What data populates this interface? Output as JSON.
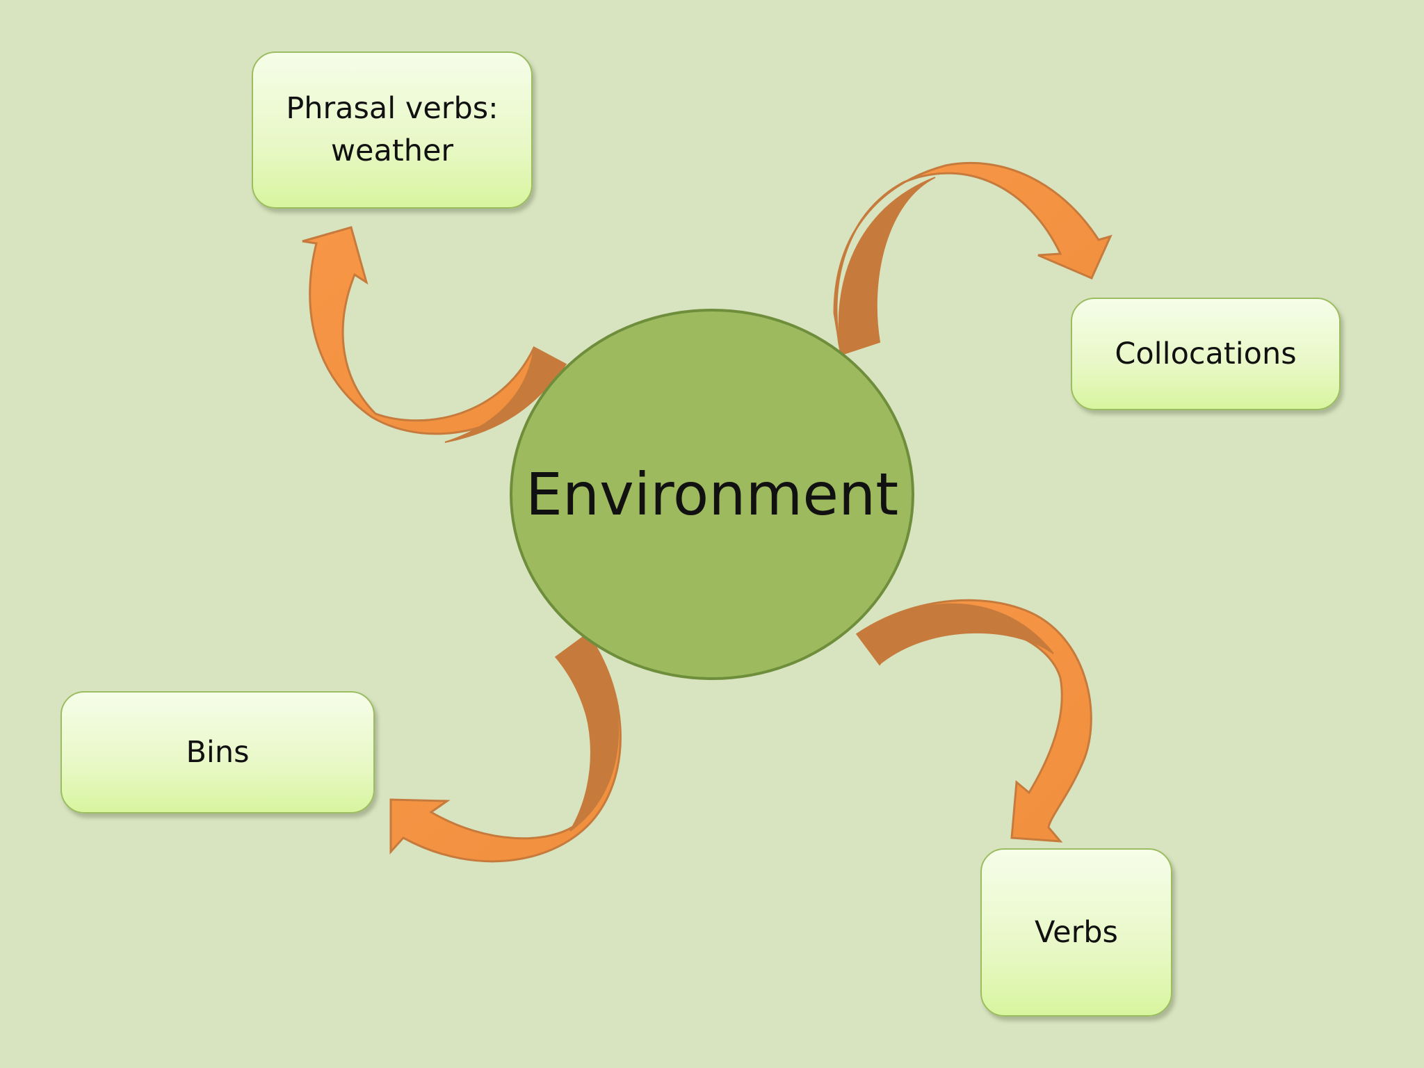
{
  "diagram": {
    "center": {
      "label": "Environment"
    },
    "nodes": [
      {
        "id": "phrasal-verbs",
        "label": "Phrasal verbs:\nweather"
      },
      {
        "id": "collocations",
        "label": "Collocations"
      },
      {
        "id": "bins",
        "label": "Bins"
      },
      {
        "id": "verbs",
        "label": "Verbs"
      }
    ],
    "edges": [
      {
        "from": "Environment",
        "to": "Phrasal verbs: weather"
      },
      {
        "from": "Environment",
        "to": "Collocations"
      },
      {
        "from": "Environment",
        "to": "Bins"
      },
      {
        "from": "Environment",
        "to": "Verbs"
      }
    ]
  },
  "colors": {
    "background": "#d8e4c0",
    "hub_fill": "#9dba5e",
    "hub_border": "#6f8e3c",
    "arrow_light": "#f79646",
    "arrow_dark": "#c67a3c",
    "box_border": "#9bbd5f"
  }
}
